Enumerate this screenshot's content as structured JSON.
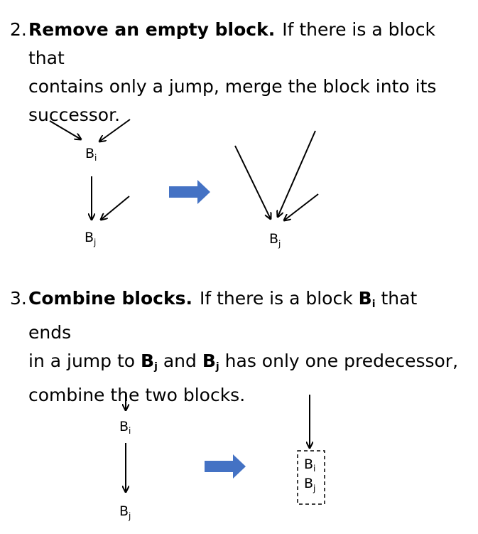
{
  "rule2": {
    "number": "2.",
    "title": "Remove an empty block.",
    "text_1": "If there is a block that",
    "text_2": "contains only a jump, merge the block into its",
    "text_3": "successor."
  },
  "rule3": {
    "number": "3.",
    "title": "Combine blocks.",
    "text_a": "If there is a block",
    "bold_b1": "B",
    "sub_i1": "i",
    "text_b": "that ends",
    "text_c": "in a jump to",
    "bold_b2": "B",
    "sub_j2": "j",
    "text_d": "and",
    "bold_b3": "B",
    "sub_j3": "j",
    "text_e": "has only one predecessor,",
    "text_f": "combine the two blocks."
  },
  "diagram1": {
    "before": {
      "block_i": "B",
      "block_i_sub": "i",
      "block_j": "B",
      "block_j_sub": "j"
    },
    "after": {
      "block_j": "B",
      "block_j_sub": "j"
    }
  },
  "diagram2": {
    "before": {
      "block_i": "B",
      "block_i_sub": "i",
      "block_j": "B",
      "block_j_sub": "j"
    },
    "after": {
      "block_i": "B",
      "block_i_sub": "i",
      "block_j": "B",
      "block_j_sub": "j"
    }
  },
  "colors": {
    "transform_arrow": "#4472c4",
    "stroke": "#000000"
  }
}
